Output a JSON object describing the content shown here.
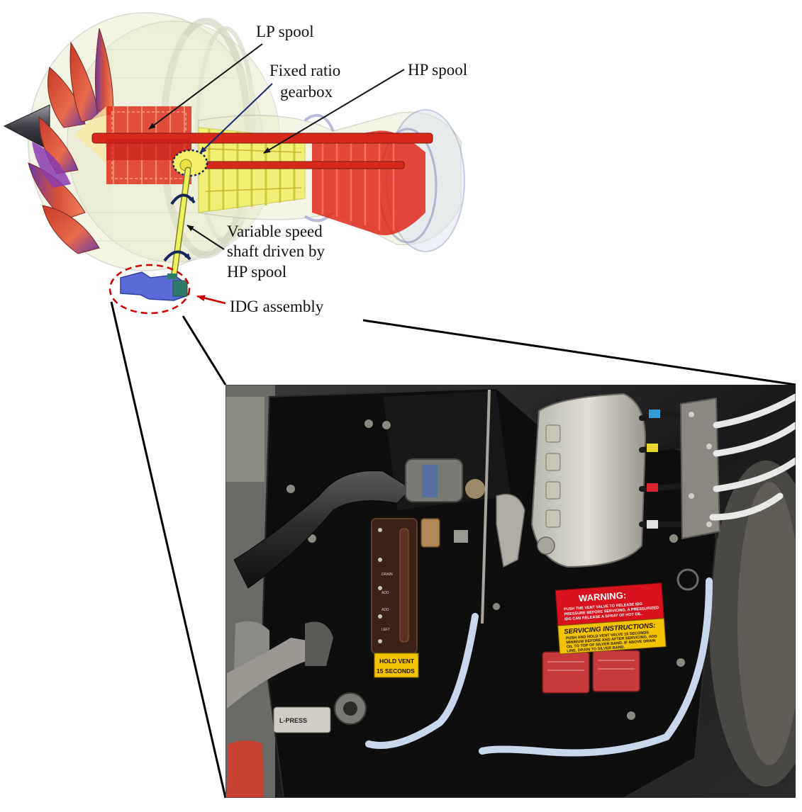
{
  "labels": {
    "lp_spool": "LP spool",
    "gearbox_line1": "Fixed ratio",
    "gearbox_line2": "gearbox",
    "hp_spool": "HP spool",
    "shaft_line1": "Variable speed",
    "shaft_line2": "shaft driven by",
    "shaft_line3": "HP spool",
    "idg": "IDG assembly"
  },
  "photo": {
    "warning_title": "WARNING:",
    "warning_lines": [
      "PUSH THE VENT VALVE TO RELEASE IDG",
      "PRESSURE BEFORE SERVICING. A PRESSURIZED",
      "IDG CAN RELEASE A SPRAY OF HOT OIL."
    ],
    "servicing_title": "SERVICING INSTRUCTIONS:",
    "servicing_lines": [
      "PUSH AND HOLD VENT VALVE 15 SECONDS",
      "MINIMUM BEFORE AND AFTER SERVICING. ADD",
      "OIL TO TOP OF SILVER BAND. IF ABOVE DRAIN",
      "LINE, DRAIN TO SILVER BAND."
    ],
    "vent_tag_line1": "HOLD VENT",
    "vent_tag_line2": "15 SECONDS",
    "gauge_marks": [
      "DRAIN",
      "ADD",
      "ADD",
      "LEFT"
    ],
    "connector_text": "L-PRESS"
  },
  "colors": {
    "warning_red": "#d8121c",
    "placard_yellow": "#f2c300",
    "idg_blue": "#5b6ad6",
    "idg_green": "#2f7a6a",
    "shaft_yellow": "#eef25a",
    "circle_red": "#cc0000",
    "arrow_navy": "#14285a"
  },
  "icons": [
    "rotation-arrow-icon",
    "rotation-arrow-icon"
  ]
}
